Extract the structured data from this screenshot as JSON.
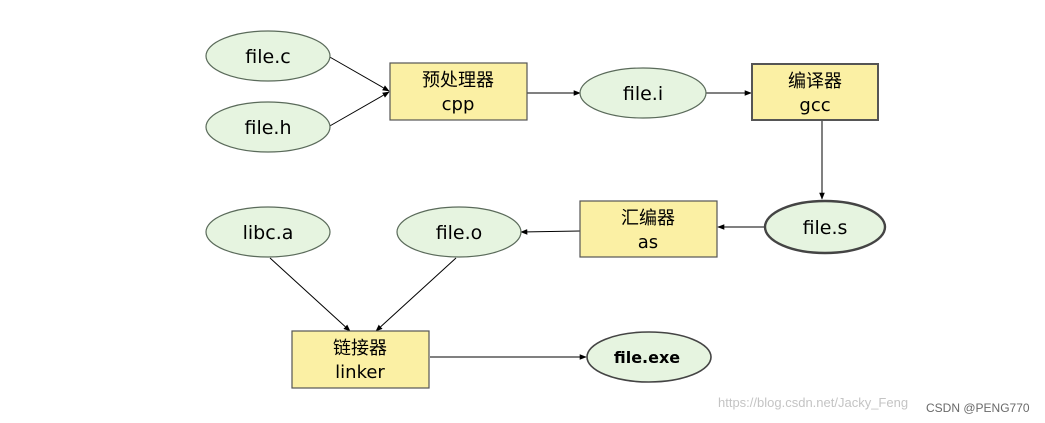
{
  "colors": {
    "ellipse_fill": "#e6f4e0",
    "ellipse_stroke": "#5a6a5a",
    "box_fill": "#fbf0a4",
    "box_stroke": "#555555",
    "arrow": "#000000"
  },
  "nodes": {
    "file_c": "file.c",
    "file_h": "file.h",
    "cpp": {
      "line1": "预处理器",
      "line2": "cpp"
    },
    "file_i": "file.i",
    "gcc": {
      "line1": "编译器",
      "line2": "gcc"
    },
    "file_s": "file.s",
    "as": {
      "line1": "汇编器",
      "line2": "as"
    },
    "file_o": "file.o",
    "libc_a": "libc.a",
    "linker": {
      "line1": "链接器",
      "line2": "linker"
    },
    "file_exe": "file.exe"
  },
  "watermarks": {
    "url": "https://blog.csdn.net/Jacky_Feng",
    "csdn": "CSDN @PENG770"
  }
}
